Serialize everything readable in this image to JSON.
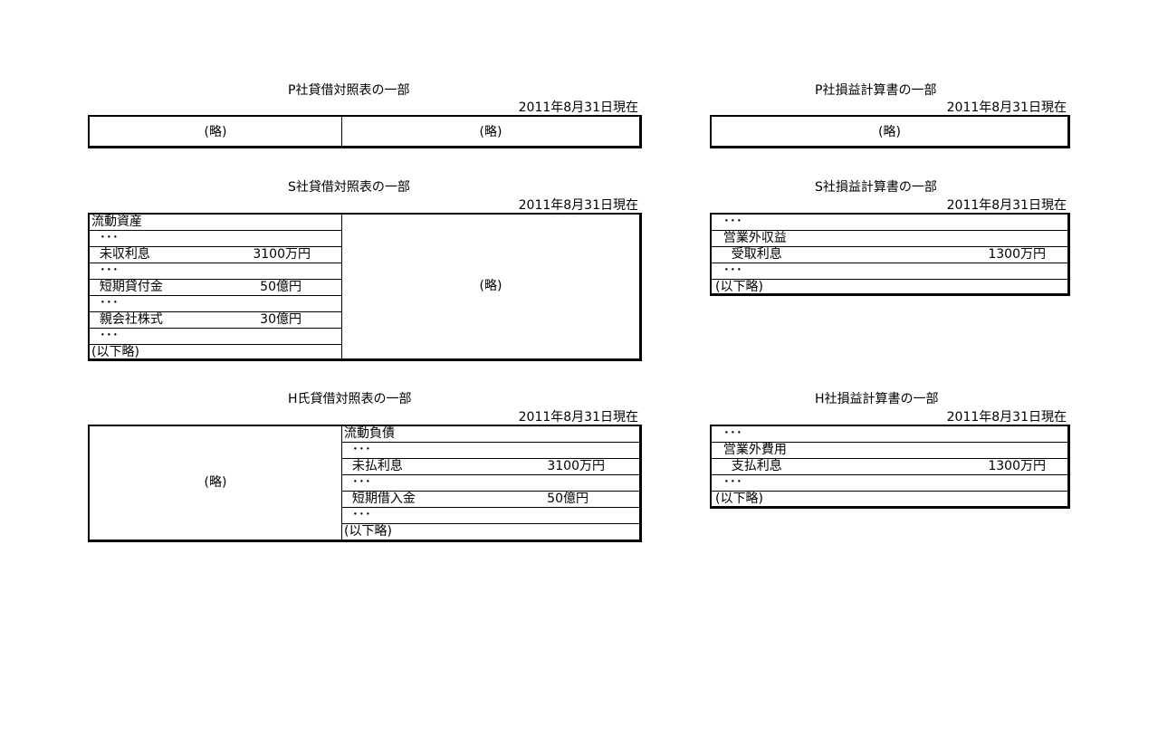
{
  "p_bs": {
    "title": "P社貸借対照表の一部",
    "date": "2011年8月31日現在",
    "left_text": "(略)",
    "right_text": "(略)"
  },
  "p_pl": {
    "title": "P社損益計算書の一部",
    "date": "2011年8月31日現在",
    "text": "(略)"
  },
  "s_bs": {
    "title": "S社貸借対照表の一部",
    "date": "2011年8月31日現在",
    "rows": [
      {
        "label": "流動資産",
        "value": ""
      },
      {
        "label": "  ･･･",
        "value": ""
      },
      {
        "label": "  未収利息",
        "value": "3100万円"
      },
      {
        "label": "  ･･･",
        "value": ""
      },
      {
        "label": "  短期貸付金",
        "value": "50億円"
      },
      {
        "label": "  ･･･",
        "value": ""
      },
      {
        "label": "  親会社株式",
        "value": "30億円"
      },
      {
        "label": "  ･･･",
        "value": ""
      },
      {
        "label": "(以下略)",
        "value": ""
      }
    ],
    "right_text": "(略)"
  },
  "s_pl": {
    "title": "S社損益計算書の一部",
    "date": "2011年8月31日現在",
    "rows": [
      {
        "label": "  ･･･",
        "value": ""
      },
      {
        "label": "  営業外収益",
        "value": ""
      },
      {
        "label": "    受取利息",
        "value": "1300万円"
      },
      {
        "label": "  ･･･",
        "value": ""
      },
      {
        "label": "(以下略)",
        "value": ""
      }
    ]
  },
  "h_bs": {
    "title": "H氏貸借対照表の一部",
    "date": "2011年8月31日現在",
    "left_text": "(略)",
    "rows": [
      {
        "label": "流動負債",
        "value": ""
      },
      {
        "label": "  ･･･",
        "value": ""
      },
      {
        "label": "  未払利息",
        "value": "3100万円"
      },
      {
        "label": "  ･･･",
        "value": ""
      },
      {
        "label": "  短期借入金",
        "value": "50億円"
      },
      {
        "label": "  ･･･",
        "value": ""
      },
      {
        "label": "(以下略)",
        "value": ""
      }
    ]
  },
  "h_pl": {
    "title": "H社損益計算書の一部",
    "date": "2011年8月31日現在",
    "rows": [
      {
        "label": "  ･･･",
        "value": ""
      },
      {
        "label": "  営業外費用",
        "value": ""
      },
      {
        "label": "    支払利息",
        "value": "1300万円"
      },
      {
        "label": "  ･･･",
        "value": ""
      },
      {
        "label": "(以下略)",
        "value": ""
      }
    ]
  }
}
